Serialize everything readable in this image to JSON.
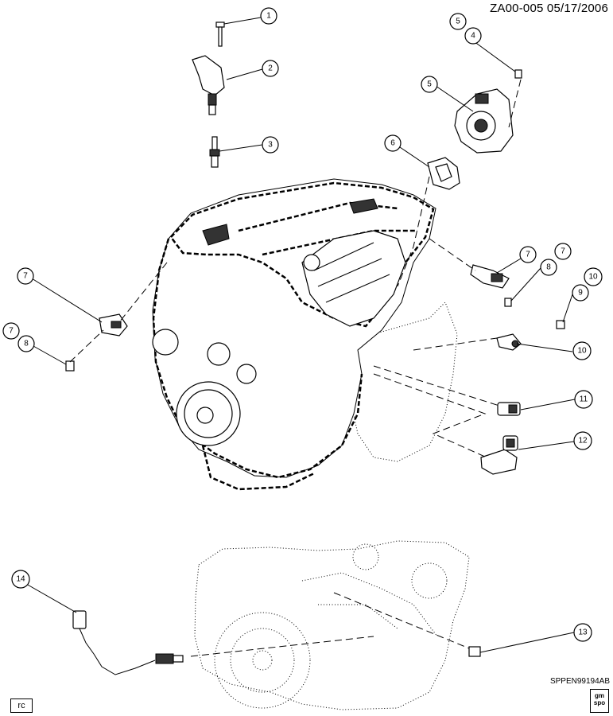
{
  "header": {
    "diagram_id": "ZA00-005",
    "date": "05/17/2006"
  },
  "footer": {
    "drawing_code": "SPPEN99194AB",
    "rc_label": "rc",
    "logo_text": "gm spo"
  },
  "callouts": [
    {
      "label": "1"
    },
    {
      "label": "2"
    },
    {
      "label": "3"
    },
    {
      "label": "5"
    },
    {
      "label": "4"
    },
    {
      "label": "5"
    },
    {
      "label": "6"
    },
    {
      "label": "7"
    },
    {
      "label": "7"
    },
    {
      "label": "8"
    },
    {
      "label": "7"
    },
    {
      "label": "7"
    },
    {
      "label": "8"
    },
    {
      "label": "10"
    },
    {
      "label": "9"
    },
    {
      "label": "10"
    },
    {
      "label": "11"
    },
    {
      "label": "12"
    },
    {
      "label": "14"
    },
    {
      "label": "13"
    }
  ],
  "colors": {
    "line": "#000000",
    "background": "#ffffff"
  }
}
